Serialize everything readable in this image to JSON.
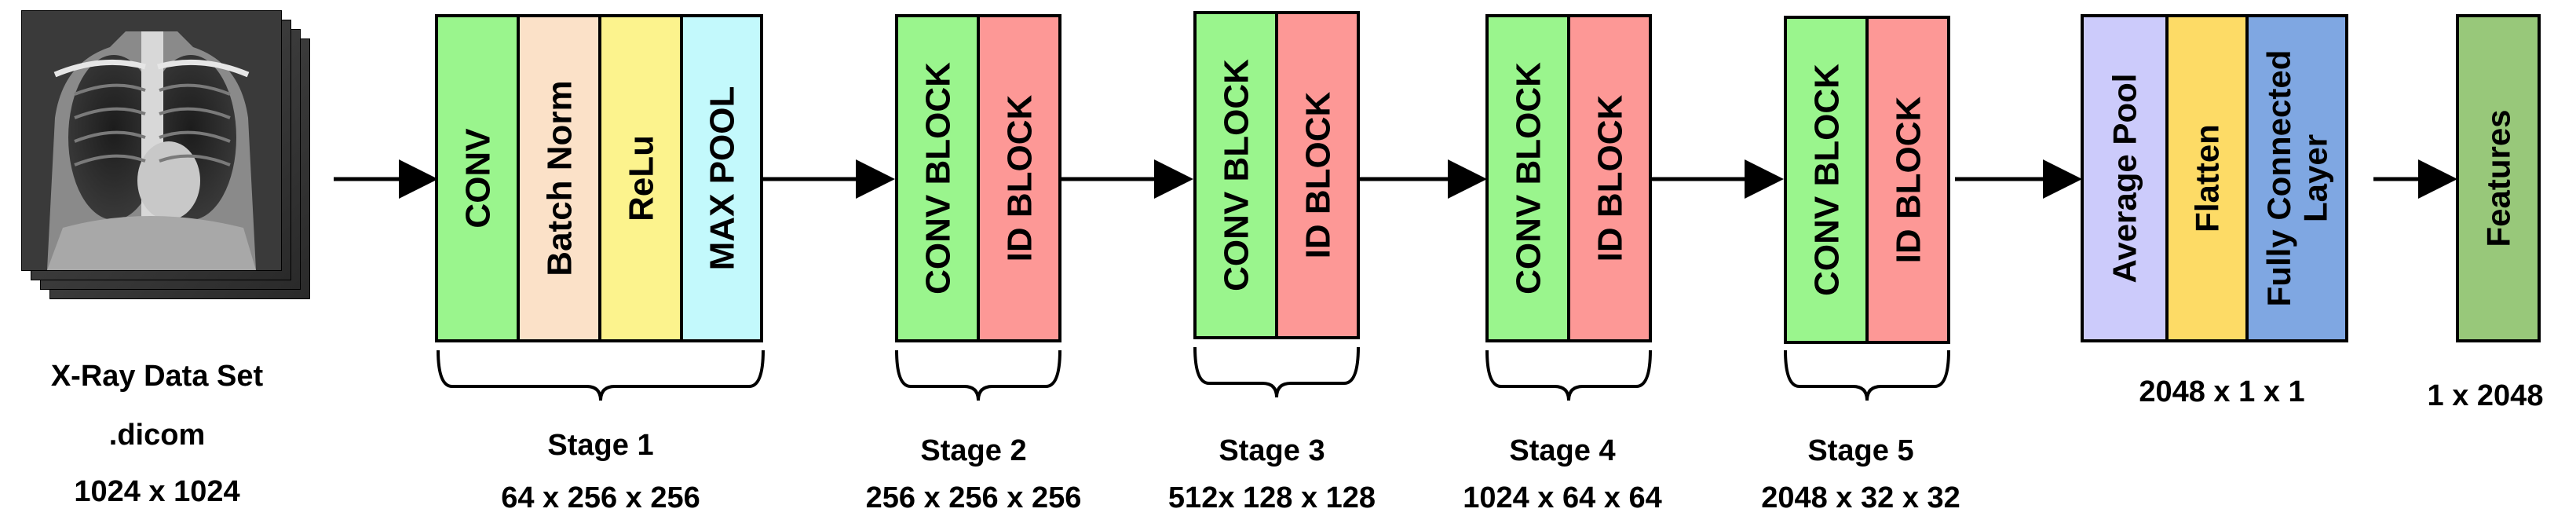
{
  "input": {
    "title": "X-Ray Data Set",
    "format": ".dicom",
    "size": "1024 x 1024"
  },
  "stages": [
    {
      "name": "Stage 1",
      "dims": "64 x 256 x 256",
      "blocks": [
        {
          "label": "CONV",
          "color": "#9AF58D"
        },
        {
          "label": "Batch Norm",
          "color": "#FBE1C8"
        },
        {
          "label": "ReLu",
          "color": "#FCF38D"
        },
        {
          "label": "MAX POOL",
          "color": "#C3F9FC"
        }
      ]
    },
    {
      "name": "Stage 2",
      "dims": "256 x 256 x 256",
      "blocks": [
        {
          "label": "CONV BLOCK",
          "color": "#9AF58D"
        },
        {
          "label": "ID BLOCK",
          "color": "#FD9896"
        }
      ]
    },
    {
      "name": "Stage 3",
      "dims": "512x 128 x 128",
      "blocks": [
        {
          "label": "CONV BLOCK",
          "color": "#9AF58D"
        },
        {
          "label": "ID BLOCK",
          "color": "#FD9896"
        }
      ]
    },
    {
      "name": "Stage 4",
      "dims": "1024 x 64 x 64",
      "blocks": [
        {
          "label": "CONV BLOCK",
          "color": "#9AF58D"
        },
        {
          "label": "ID BLOCK",
          "color": "#FD9896"
        }
      ]
    },
    {
      "name": "Stage 5",
      "dims": "2048 x 32 x 32",
      "blocks": [
        {
          "label": "CONV BLOCK",
          "color": "#9AF58D"
        },
        {
          "label": "ID BLOCK",
          "color": "#FD9896"
        }
      ]
    }
  ],
  "head": {
    "dims": "2048 x 1 x 1",
    "blocks": [
      {
        "label": "Average Pool",
        "color": "#CCCBFB"
      },
      {
        "label": "Flatten",
        "color": "#FDDB66"
      },
      {
        "label": "Fully Connected\nLayer",
        "color": "#7FA7E2"
      }
    ]
  },
  "output": {
    "label": "Features",
    "color": "#98C87A",
    "dims": "1 x 2048"
  }
}
